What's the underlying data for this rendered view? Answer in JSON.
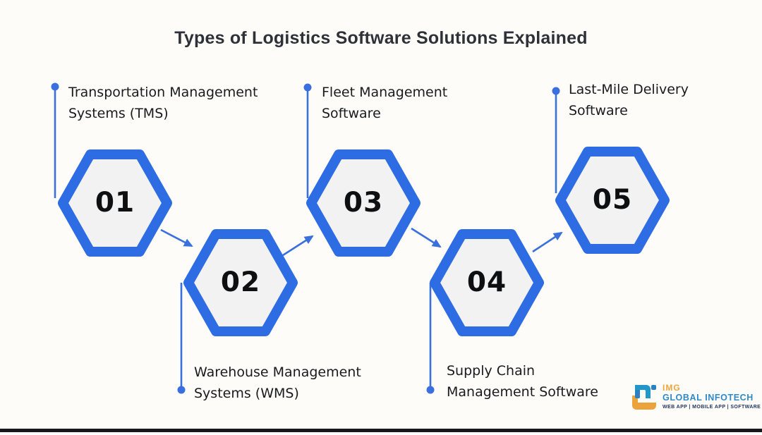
{
  "title": "Types of Logistics Software Solutions Explained",
  "steps": [
    {
      "number": "01",
      "line1": "Transportation Management",
      "line2": "Systems (TMS)",
      "label_position": "top"
    },
    {
      "number": "02",
      "line1": "Warehouse Management",
      "line2": "Systems (WMS)",
      "label_position": "bottom"
    },
    {
      "number": "03",
      "line1": "Fleet Management",
      "line2": "Software",
      "label_position": "top"
    },
    {
      "number": "04",
      "line1": "Supply Chain",
      "line2": "Management Software",
      "label_position": "bottom"
    },
    {
      "number": "05",
      "line1": "Last-Mile Delivery",
      "line2": "Software",
      "label_position": "top"
    }
  ],
  "logo": {
    "brand": "IMG",
    "company": "GLOBAL INFOTECH",
    "tagline": "WEB APP | MOBILE APP | SOFTWARE"
  },
  "colors": {
    "background": "#fdfcf9",
    "title_text": "#2e3138",
    "hexagon_border": "#2d6ce3",
    "hexagon_fill": "#f2f2f3",
    "number_text": "#0e0f11",
    "label_text": "#1a1b1e",
    "connector_blue": "#3a70da",
    "dot_blue": "#3b6fe0",
    "logo_orange": "#f0a43c",
    "logo_blue": "#2e8ac6",
    "logo_navy": "#22355f",
    "footer_bar": "#17181c"
  }
}
